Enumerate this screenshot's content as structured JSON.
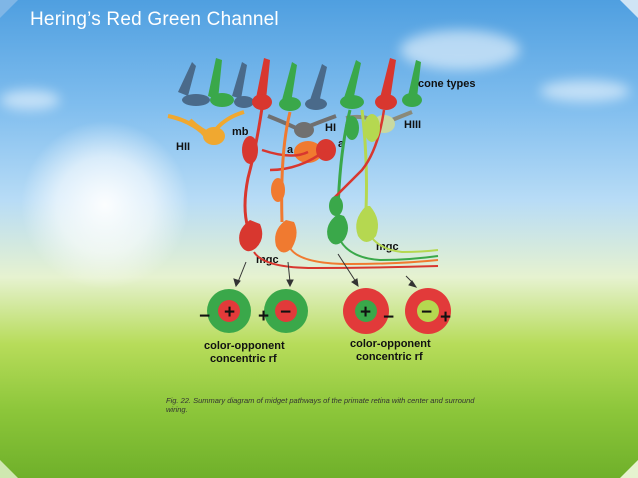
{
  "slide": {
    "title": "Hering’s Red Green Channel"
  },
  "diagram": {
    "labels": {
      "cone_types": "cone types",
      "hii": "HII",
      "mb": "mb",
      "hi": "HI",
      "hiii": "HIII",
      "a_left": "a",
      "a_right": "a",
      "mgc_left": "mgc",
      "mgc_right": "mgc"
    },
    "receptive_fields": [
      {
        "center_sign": "+",
        "surround_sign": "−",
        "center_color": "#e23a3a",
        "surround_color": "#3aa84a"
      },
      {
        "center_sign": "−",
        "surround_sign": "+",
        "center_color": "#e23a3a",
        "surround_color": "#3aa84a"
      },
      {
        "center_sign": "+",
        "surround_sign": "−",
        "center_color": "#3aa84a",
        "surround_color": "#e23a3a"
      },
      {
        "center_sign": "−",
        "surround_sign": "+",
        "center_color": "#3aa84a",
        "surround_color": "#e23a3a"
      }
    ],
    "rf_label_left_line1": "color-opponent",
    "rf_label_left_line2": "concentric rf",
    "rf_label_right_line1": "color-opponent",
    "rf_label_right_line2": "concentric rf",
    "caption": "Fig. 22. Summary diagram of midget pathways of the primate retina with center and surround wiring.",
    "colors": {
      "red_cone": "#d8372f",
      "green_cone": "#3aa84a",
      "blue_cone": "#4a6a8a",
      "hii_cell": "#f0a830",
      "hi_cell": "#707070",
      "amacrine": "#f07a30",
      "light_green": "#b5d850"
    }
  }
}
